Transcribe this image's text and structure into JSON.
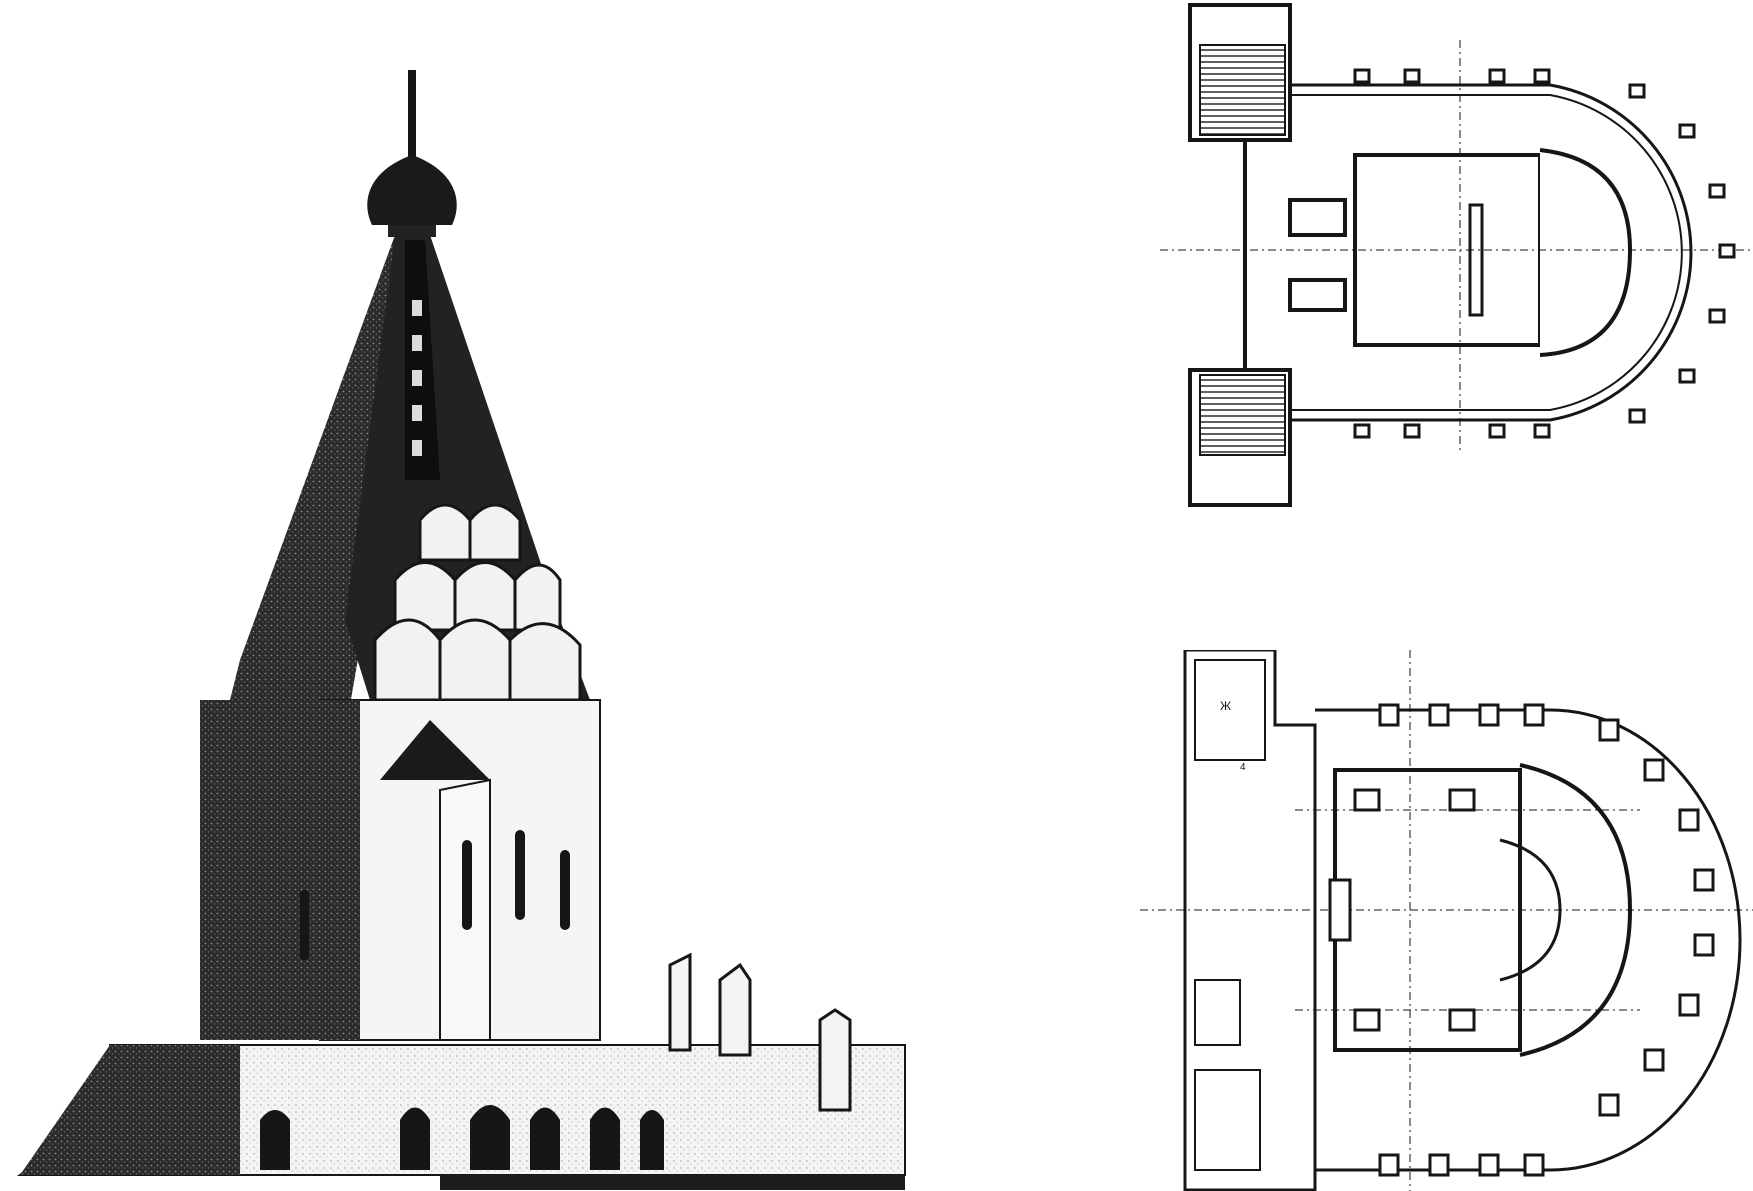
{
  "figure": {
    "elevation": {
      "icon": "tent-roof-church-elevation"
    },
    "plan_upper": {
      "icon": "upper-floor-plan"
    },
    "plan_lower": {
      "icon": "lower-floor-plan",
      "marks": [
        "Ж",
        "4"
      ]
    }
  },
  "colors": {
    "ink": "#161616",
    "paper": "#ffffff",
    "hatch": "#2a2a2a",
    "shade": "#3a3a3a"
  }
}
